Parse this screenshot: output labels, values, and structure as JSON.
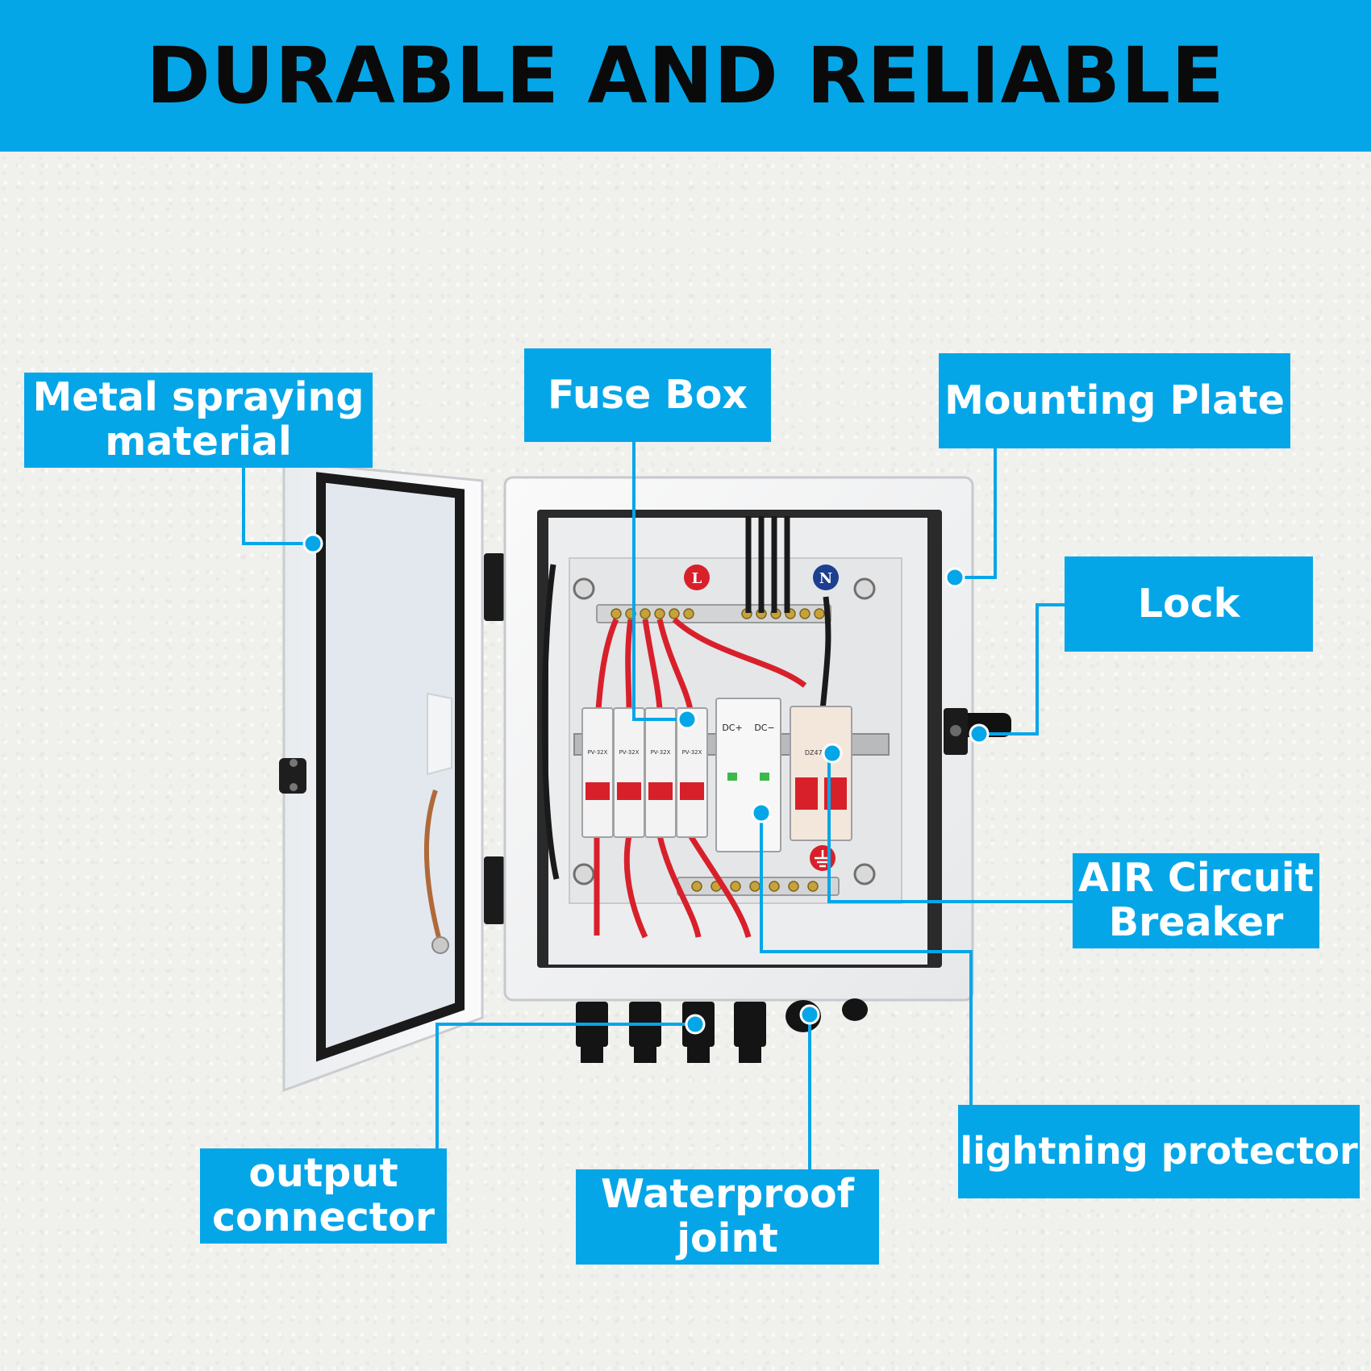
{
  "banner": {
    "title": "DURABLE AND RELIABLE"
  },
  "callouts": {
    "metal_spraying": {
      "line1": "Metal spraying",
      "line2": "material"
    },
    "fuse_box": {
      "text": "Fuse Box"
    },
    "mounting_plate": {
      "text": "Mounting Plate"
    },
    "lock": {
      "text": "Lock"
    },
    "air_circuit_breaker": {
      "line1": "AIR Circuit",
      "line2": "Breaker"
    },
    "lightning_protector": {
      "text": "lightning protector"
    },
    "waterproof_joint": {
      "line1": "Waterproof",
      "line2": "joint"
    },
    "output_connector": {
      "line1": "output",
      "line2": "connector"
    }
  },
  "panel_marks": {
    "live": "L",
    "neutral": "N",
    "dc_plus": "DC+",
    "dc_minus": "DC−",
    "fuse_model": "PV-32X",
    "breaker_model": "DZ47-63Z"
  },
  "colors": {
    "accent": "#05a6e8",
    "title_text": "#0a0a0a",
    "wire_red": "#d8202b",
    "enclosure": "#f4f5f6"
  }
}
